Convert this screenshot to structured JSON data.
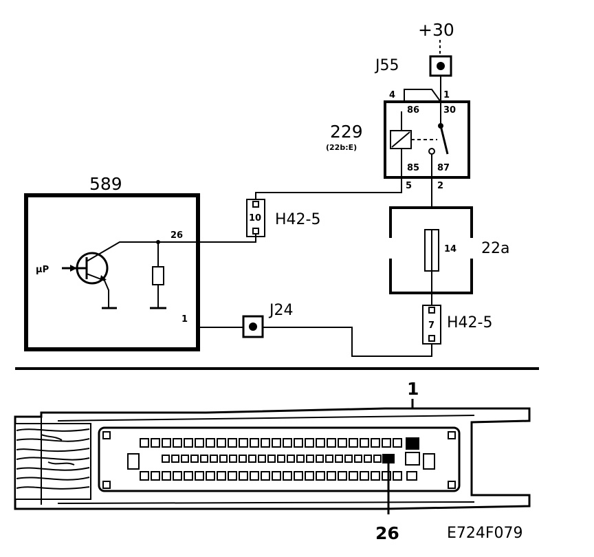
{
  "labels": {
    "supply": "+30",
    "j55": "J55",
    "relay_id": "229",
    "relay_note": "(22b:E)",
    "relay_pin_86": "86",
    "relay_pin_30": "30",
    "relay_pin_85": "85",
    "relay_pin_87": "87",
    "relay_term_4": "4",
    "relay_term_1": "1",
    "relay_term_5": "5",
    "relay_term_2": "2",
    "module_589": "589",
    "module_pin_26": "26",
    "module_pin_1": "1",
    "up_label": "μP",
    "connector_h42_top": "H42-5",
    "connector_h42_top_pin": "10",
    "connector_h42_bottom": "H42-5",
    "connector_h42_bottom_pin": "7",
    "fuse_box": "22a",
    "fuse_number": "14",
    "j24": "J24",
    "plug_pin_1": "1",
    "plug_pin_26": "26",
    "figure_code": "E724F079"
  }
}
